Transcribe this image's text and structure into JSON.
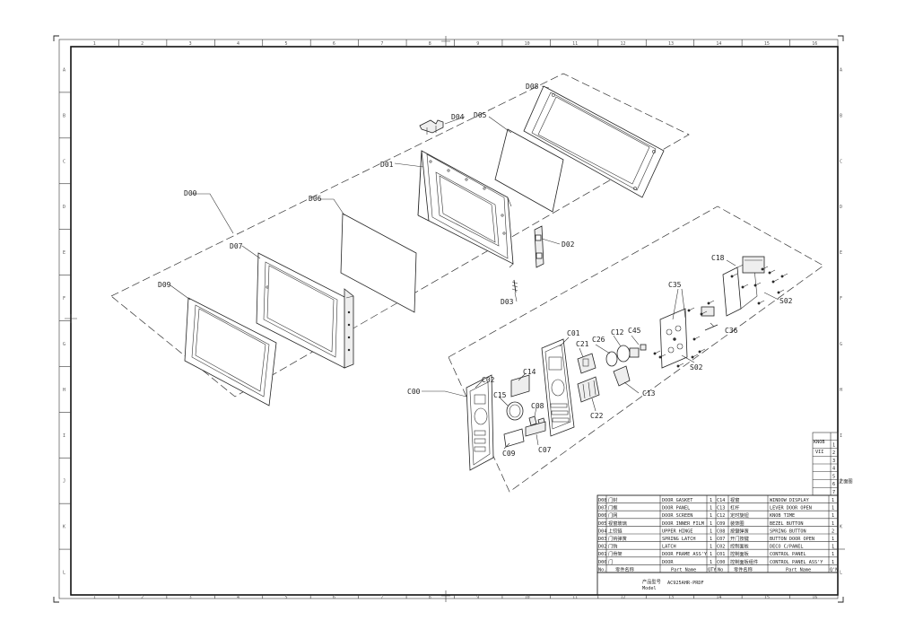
{
  "zones": {
    "columns": [
      "1",
      "2",
      "3",
      "4",
      "5",
      "6",
      "7",
      "8",
      "9",
      "10",
      "11",
      "12",
      "13",
      "14",
      "15",
      "16"
    ],
    "rows": [
      "A",
      "B",
      "C",
      "D",
      "E",
      "F",
      "G",
      "H",
      "I",
      "J",
      "K",
      "L"
    ]
  },
  "callouts": {
    "d00": "D00",
    "d01": "D01",
    "d02": "D02",
    "d03": "D03",
    "d04": "D04",
    "d05": "D05",
    "d06": "D06",
    "d07": "D07",
    "d08": "D08",
    "d09": "D09",
    "c00": "C00",
    "c01": "C01",
    "c02": "C02",
    "c07": "C07",
    "c08": "C08",
    "c09": "C09",
    "c12": "C12",
    "c13": "C13",
    "c14": "C14",
    "c15": "C15",
    "c18": "C18",
    "c21": "C21",
    "c22": "C22",
    "c26": "C26",
    "c35": "C35",
    "c36": "C36",
    "c45": "C45",
    "s02a": "S02",
    "s02b": "S02"
  },
  "revision": {
    "rows": [
      "1",
      "2",
      "3",
      "4",
      "5",
      "6",
      "7"
    ],
    "label_knob": "KNOB",
    "label_vii": "VII",
    "side_label": "正面图"
  },
  "bom": {
    "left": [
      {
        "no": "D08",
        "cn": "门封",
        "name": "DOOR GASKET",
        "qty": "1"
      },
      {
        "no": "D07",
        "cn": "门框",
        "name": "DOOR PANEL",
        "qty": "1"
      },
      {
        "no": "D06",
        "cn": "门网",
        "name": "DOOR SCREEN",
        "qty": "1"
      },
      {
        "no": "D05",
        "cn": "视窗玻璃",
        "name": "DOOR INNER FILM",
        "qty": "1"
      },
      {
        "no": "D04",
        "cn": "上铰链",
        "name": "UPPER HINGE",
        "qty": "1"
      },
      {
        "no": "D03",
        "cn": "门钩弹簧",
        "name": "SPRING LATCH",
        "qty": "1"
      },
      {
        "no": "D02",
        "cn": "门钩",
        "name": "LATCH",
        "qty": "1"
      },
      {
        "no": "D01",
        "cn": "门骨架",
        "name": "DOOR FRAME ASS'Y",
        "qty": "1"
      },
      {
        "no": "D00",
        "cn": "门",
        "name": "DOOR",
        "qty": "1"
      }
    ],
    "right": [
      {
        "no": "C14",
        "cn": "视窗",
        "name": "WINDOW DISPLAY",
        "qty": "1"
      },
      {
        "no": "C13",
        "cn": "杠杆",
        "name": "LEVER DOOR OPEN",
        "qty": "1"
      },
      {
        "no": "C12",
        "cn": "定时旋钮",
        "name": "KNOB TIME",
        "qty": "1"
      },
      {
        "no": "C09",
        "cn": "装饰圈",
        "name": "BEZEL BUTTON",
        "qty": "1"
      },
      {
        "no": "C08",
        "cn": "按键弹簧",
        "name": "SPRING BUTTON",
        "qty": "2"
      },
      {
        "no": "C07",
        "cn": "开门按键",
        "name": "BUTTON DOOR OPEN",
        "qty": "1"
      },
      {
        "no": "C02",
        "cn": "控制面板",
        "name": "DECO C/PANEL",
        "qty": "1"
      },
      {
        "no": "C01",
        "cn": "控制面板",
        "name": "CONTROL PANEL",
        "qty": "1"
      },
      {
        "no": "C00",
        "cn": "控制面板组件",
        "name": "CONTROL PANEL ASS'Y",
        "qty": "1"
      }
    ],
    "header": {
      "no": "No.",
      "cn": "零件名称",
      "name": "Part Name",
      "qty": "QTY",
      "no2": "No",
      "cn2": "零件名称",
      "name2": "Part Name",
      "qty2": "Q'N"
    },
    "model_cn": "产品型号",
    "model_en": "Model",
    "model_value": "AC925AHR-PRDF"
  }
}
